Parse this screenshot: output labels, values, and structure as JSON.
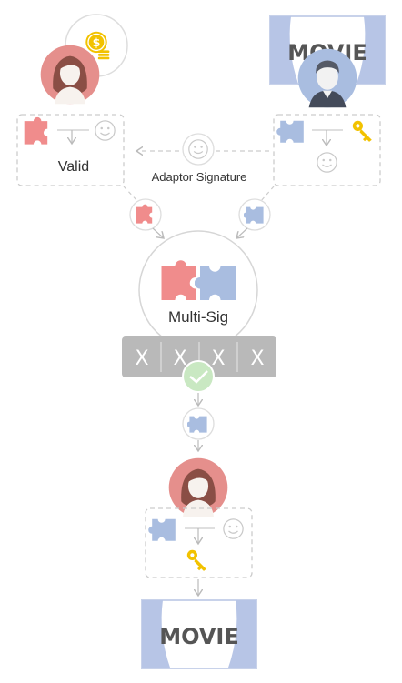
{
  "labels": {
    "valid": "Valid",
    "adaptor_signature": "Adaptor Signature",
    "multisig": "Multi-Sig",
    "movie_top": "MOVIE",
    "movie_bottom": "MOVIE",
    "x_marks": [
      "X",
      "X",
      "X",
      "X"
    ]
  },
  "icons": {
    "alice": "woman-avatar-icon",
    "bob": "man-avatar-icon",
    "coin": "coin-stack-icon",
    "key": "key-icon",
    "puzzle_red": "puzzle-piece-red-icon",
    "puzzle_blue": "puzzle-piece-blue-icon",
    "smiley": "smiley-face-icon",
    "check": "checkmark-icon"
  },
  "colors": {
    "red_piece": "#f08c8c",
    "blue_piece": "#a9bde0",
    "key": "#f2c200",
    "coin": "#f2c200",
    "bar": "#b9b9b9",
    "check": "#c9e8c2",
    "dashed": "#cccccc",
    "screen_bg": "#ffffff",
    "curtain": "#b7c5e6",
    "movie_text": "#555555",
    "woman_bg": "#e58f8c",
    "man_bg": "#a9bde0"
  }
}
